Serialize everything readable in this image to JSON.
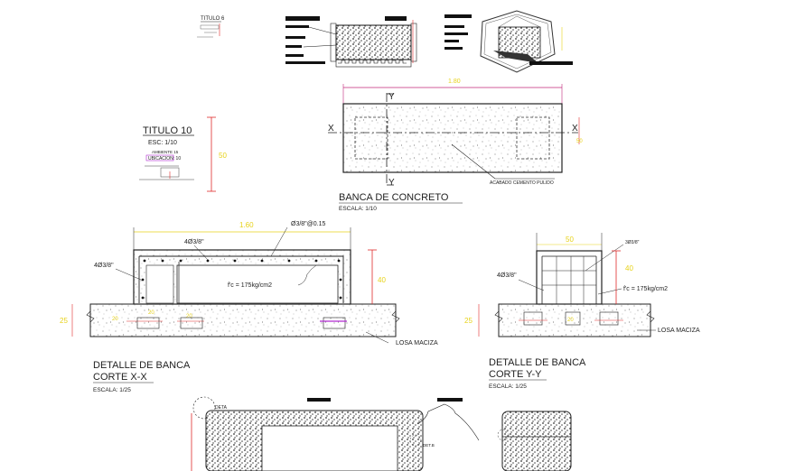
{
  "colors": {
    "line": "#1a1a1a",
    "dimension": "#c0267a",
    "red_dim": "#e02a2a",
    "yellow_text": "#e7d21a",
    "magenta_bar": "#b02bd0",
    "fill_dot": "#444444"
  },
  "thumbnails": {
    "titulo6": "TITULO 6"
  },
  "plan": {
    "width_dim": "1.80",
    "label_y_top": "Y",
    "label_y_bottom": "Y",
    "label_x_left": "X",
    "label_x_right": "X",
    "finish_note": "ACABADO CEMENTO PULIDO",
    "title": "BANCA DE CONCRETO",
    "scale": "ESCALA: 1/10"
  },
  "title_block": {
    "title": "TITULO 10",
    "esc": "ESC: 1/10",
    "ambiente": "AMBIENTE 15",
    "ubicacion": "UBICACION: 10",
    "height_dim": "50"
  },
  "section_xx": {
    "top_dim": "1.60",
    "stirrups": "Ø3/8\"@0.15",
    "top_bars": "4Ø3/8\"",
    "side_bars": "4Ø3/8\"",
    "fc": "f'c = 175kg/cm2",
    "height_dim": "40",
    "base_dim": "25",
    "leg_dim_a": "20",
    "leg_dim_b": "20",
    "leg_dim_c": "20",
    "slab_label": "LOSA MACIZA",
    "title_1": "DETALLE DE BANCA",
    "title_2": "CORTE X-X",
    "scale": "ESCALA: 1/25"
  },
  "section_yy": {
    "top_dim": "50",
    "top_note": "3Ø3/8\"",
    "bars": "4Ø3/8\"",
    "fc": "f'c = 175kg/cm2",
    "height_dim": "40",
    "base_dim": "25",
    "leg_dim": "20",
    "slab_label": "LOSA MACIZA",
    "title_1": "DETALLE DE BANCA",
    "title_2": "CORTE Y-Y",
    "scale": "ESCALA: 1/25"
  },
  "bottom": {
    "deta_label": "DETA",
    "deta_label_2": "DET.B",
    "deta_label_3": "DET.B"
  }
}
